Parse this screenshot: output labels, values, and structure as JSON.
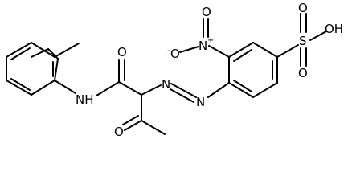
{
  "molecule": {
    "atoms": {
      "o_amide": "O",
      "nh": "NH",
      "o_ketone": "O",
      "n_azo_1": "N",
      "n_azo_2": "N",
      "n_nitro": "N",
      "o_nitro_left": "O",
      "o_nitro_top": "O",
      "nitro_plus": "+",
      "nitro_minus": "-",
      "s": "S",
      "o_s_top": "O",
      "o_s_bottom": "O",
      "oh": "OH"
    }
  }
}
